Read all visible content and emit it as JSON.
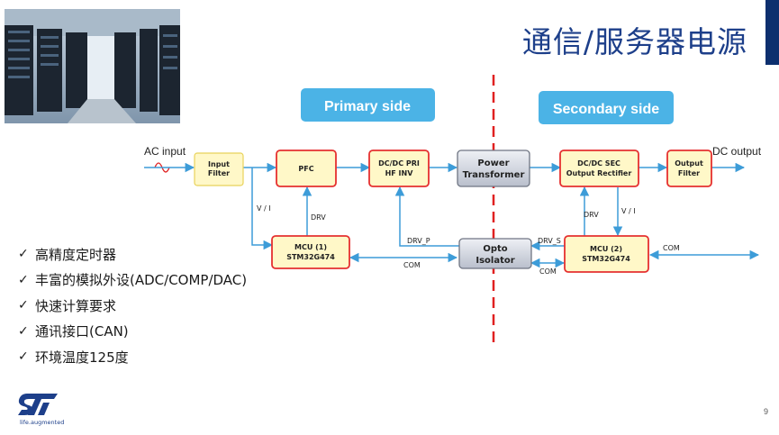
{
  "title": "通信/服务器电源",
  "colors": {
    "title": "#1d3f8a",
    "accent": "#0d2f6e",
    "arrow": "#3d9cd8",
    "divider": "#e02020",
    "block_border": "#e53030",
    "block_fill": "#fff8c8",
    "side_fill": "#4bb3e6"
  },
  "sides": {
    "primary": "Primary side",
    "secondary": "Secondary side"
  },
  "io": {
    "input": "AC input",
    "output": "DC output"
  },
  "blocks": {
    "input_filter": [
      "Input",
      "Filter"
    ],
    "pfc": [
      "PFC"
    ],
    "dcdc_pri": [
      "DC/DC PRI",
      "HF INV"
    ],
    "power_transformer": [
      "Power",
      "Transformer"
    ],
    "dcdc_sec": [
      "DC/DC SEC",
      "Output Rectifier"
    ],
    "output_filter": [
      "Output",
      "Filter"
    ],
    "mcu1": [
      "MCU (1)",
      "STM32G474"
    ],
    "opto": [
      "Opto",
      "Isolator"
    ],
    "mcu2": [
      "MCU (2)",
      "STM32G474"
    ]
  },
  "signals": {
    "vi_left": "V / I",
    "drv_left": "DRV",
    "drv_p": "DRV_P",
    "com_mid": "COM",
    "drv_s": "DRV_S",
    "com_sec": "COM",
    "drv_right": "DRV",
    "vi_right": "V / I",
    "com_out": "COM"
  },
  "bullets": [
    "高精度定时器",
    "丰富的模拟外设(ADC/COMP/DAC)",
    "快速计算要求",
    "通讯接口(CAN)",
    "环境温度125度"
  ],
  "logo": {
    "tagline": "life.augmented"
  },
  "page_number": "9"
}
